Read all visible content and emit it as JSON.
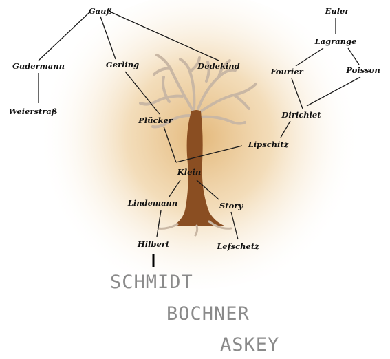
{
  "nodes": {
    "gauss": "Gauß",
    "euler": "Euler",
    "lagrange": "Lagrange",
    "gudermann": "Gudermann",
    "gerling": "Gerling",
    "dedekind": "Dedekind",
    "fourier": "Fourier",
    "poisson": "Poisson",
    "weierstrass": "Weierstraß",
    "pluecker": "Plücker",
    "dirichlet": "Dirichlet",
    "lipschitz": "Lipschitz",
    "klein": "Klein",
    "lindemann": "Lindemann",
    "story": "Story",
    "hilbert": "Hilbert",
    "lefschetz": "Lefschetz"
  },
  "descendants": {
    "schmidt": "SCHMIDT",
    "bochner": "BOCHNER",
    "askey": "ASKEY"
  },
  "edges": [
    [
      "gauss",
      "gudermann"
    ],
    [
      "gauss",
      "gerling"
    ],
    [
      "gauss",
      "dedekind"
    ],
    [
      "gudermann",
      "weierstrass"
    ],
    [
      "gerling",
      "pluecker"
    ],
    [
      "euler",
      "lagrange"
    ],
    [
      "lagrange",
      "fourier"
    ],
    [
      "lagrange",
      "poisson"
    ],
    [
      "fourier",
      "dirichlet"
    ],
    [
      "poisson",
      "dirichlet"
    ],
    [
      "dirichlet",
      "lipschitz"
    ],
    [
      "pluecker",
      "klein"
    ],
    [
      "lipschitz",
      "klein"
    ],
    [
      "klein",
      "lindemann"
    ],
    [
      "klein",
      "story"
    ],
    [
      "lindemann",
      "hilbert"
    ],
    [
      "story",
      "lefschetz"
    ],
    [
      "hilbert",
      "schmidt"
    ]
  ],
  "colors": {
    "trunk": "#8a4e22",
    "branches": "#c9b7a4",
    "glow_inner": "#e4b97c",
    "glow_outer": "#ffffff",
    "edge": "#1a1a1a",
    "label": "#111111",
    "descendant_text": "#8a8a8a"
  },
  "background_icon": "tree-illustration"
}
